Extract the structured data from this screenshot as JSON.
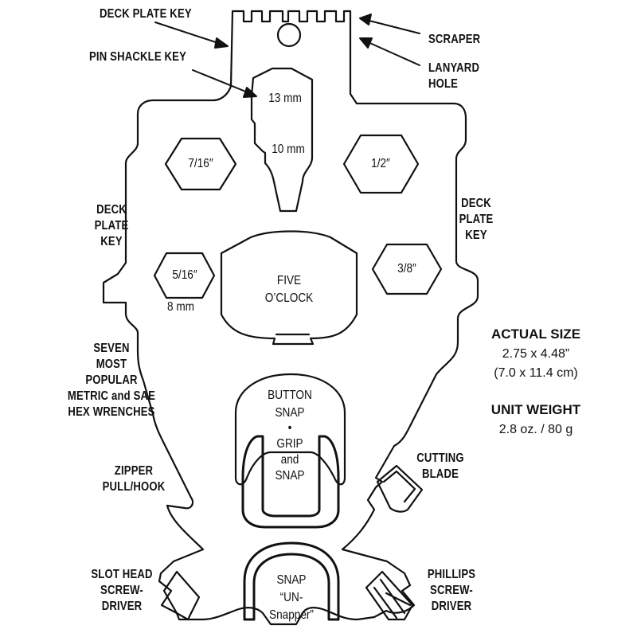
{
  "callouts": {
    "deck_plate_key_top": "DECK PLATE KEY",
    "pin_shackle_key": "PIN SHACKLE KEY",
    "scraper": "SCRAPER",
    "lanyard_hole": [
      "LANYARD",
      "HOLE"
    ],
    "deck_plate_key_left": [
      "DECK",
      "PLATE",
      "KEY"
    ],
    "deck_plate_key_right": [
      "DECK",
      "PLATE",
      "KEY"
    ],
    "hex_wrenches": [
      "SEVEN",
      "MOST",
      "POPULAR",
      "METRIC and SAE",
      "HEX WRENCHES"
    ],
    "zipper_pull": [
      "ZIPPER",
      "PULL/HOOK"
    ],
    "cutting_blade": [
      "CUTTING",
      "BLADE"
    ],
    "slot_head": [
      "SLOT HEAD",
      "SCREW-",
      "DRIVER"
    ],
    "phillips": [
      "PHILLIPS",
      "SCREW-",
      "DRIVER"
    ]
  },
  "tool_labels": {
    "mm13": "13 mm",
    "mm10": "10 mm",
    "hex_7_16": "7/16″",
    "hex_1_2": "1/2″",
    "hex_5_16": "5/16″",
    "hex_3_8": "3/8″",
    "mm8": "8 mm",
    "five_oclock": [
      "FIVE",
      "O’CLOCK"
    ],
    "button_snap": [
      "BUTTON",
      "SNAP"
    ],
    "bullet": "•",
    "grip_snap": [
      "GRIP",
      "and",
      "SNAP"
    ],
    "unsnapper": [
      "SNAP",
      "“UN-",
      "Snapper”"
    ]
  },
  "specs": {
    "size_title": "ACTUAL SIZE",
    "size_in": "2.75 x 4.48”",
    "size_cm": "(7.0 x 11.4 cm)",
    "weight_title": "UNIT WEIGHT",
    "weight": "2.8 oz. / 80 g"
  }
}
